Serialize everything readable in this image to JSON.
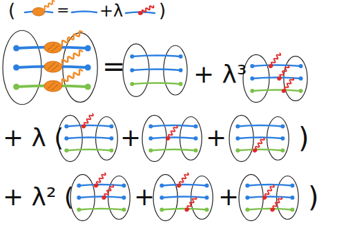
{
  "diagram": {
    "labels": [
      "(",
      "=",
      "+λ",
      ")",
      "=",
      "+ λ³",
      "+ λ (",
      "+",
      "+",
      ")",
      "+ λ² (",
      "+",
      "+",
      ")"
    ]
  }
}
